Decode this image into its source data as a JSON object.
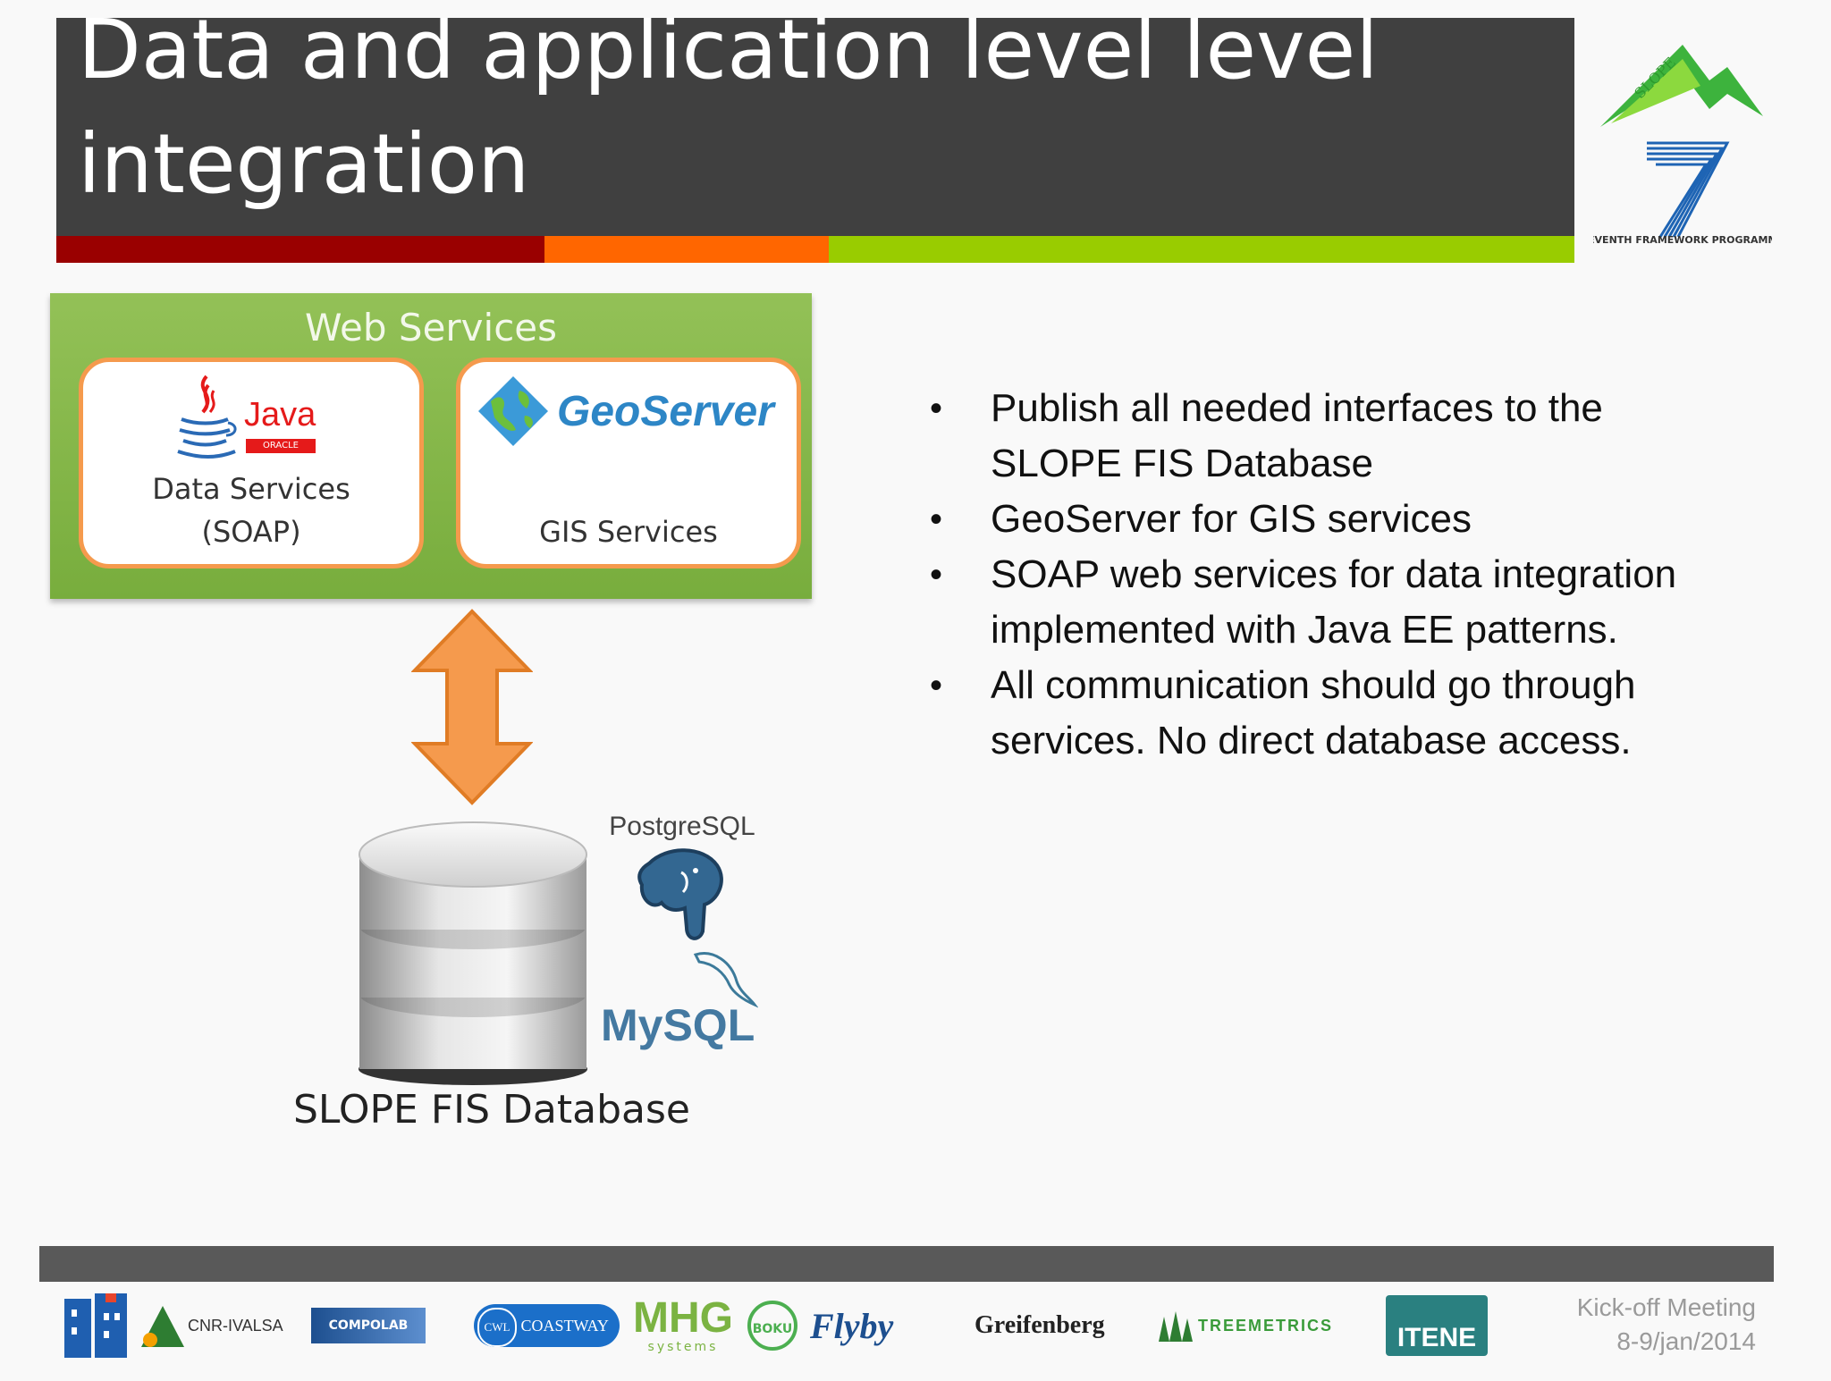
{
  "title": "Data and application level level integration",
  "accent_colors": [
    "#9a0000",
    "#ff6600",
    "#99cc00"
  ],
  "web_services": {
    "title": "Web Services",
    "java": {
      "logo_text": "Java",
      "logo_sub": "ORACLE",
      "label_line1": "Data Services",
      "label_line2": "(SOAP)"
    },
    "geoserver": {
      "logo_text": "GeoServer",
      "label": "GIS Services"
    }
  },
  "database": {
    "label": "SLOPE FIS Database",
    "postgres_logo": "PostgreSQL",
    "mysql_logo": "MySQL"
  },
  "bullets": [
    "Publish all needed interfaces to the SLOPE FIS Database",
    "GeoServer for GIS services",
    "SOAP web services for data integration implemented with Java EE patterns.",
    "All communication should go through services. No direct database access."
  ],
  "logos": {
    "slope": "SLOPE",
    "fp7": "SEVENTH FRAMEWORK PROGRAMME"
  },
  "footer": {
    "partners": [
      "CNR-IVALSA",
      "COMPOLAB",
      "CWL",
      "COASTWAY",
      "MHG",
      "systems",
      "BOKU",
      "Flyby",
      "Greifenberg",
      "TREEMETRICS",
      "ITENE"
    ],
    "meeting": "Kick-off Meeting",
    "date": "8-9/jan/2014"
  }
}
